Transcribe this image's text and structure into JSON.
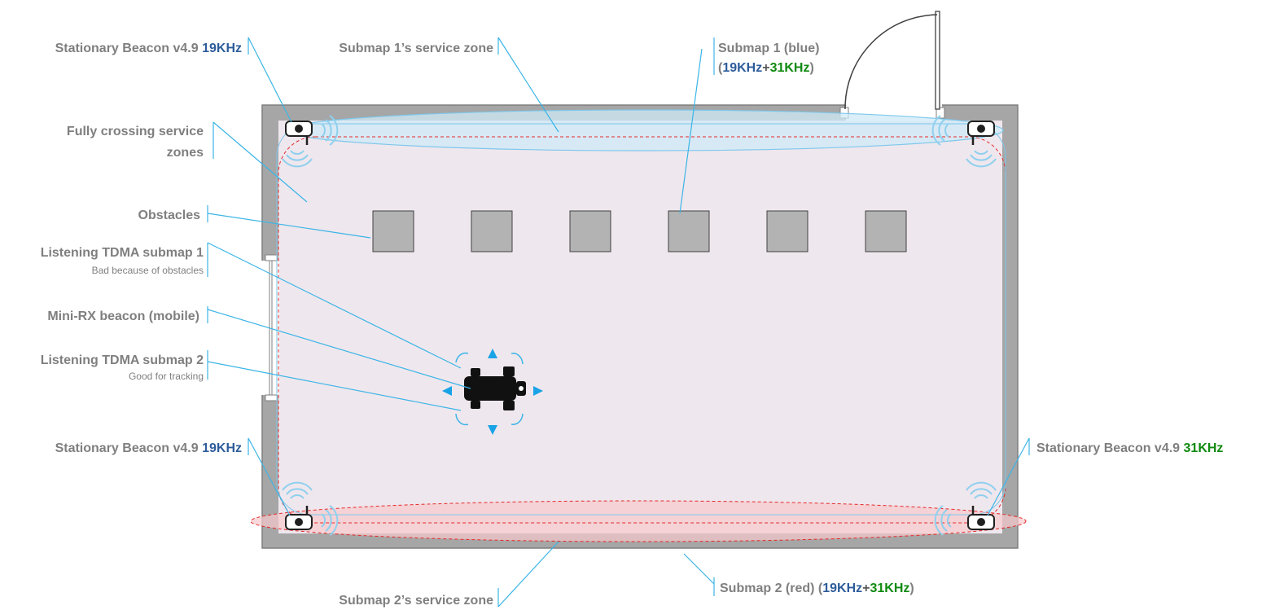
{
  "labels": {
    "beacon_top_left": {
      "prefix": "Stationary Beacon v4.9 ",
      "freq": "19KHz"
    },
    "beacon_bottom_left": {
      "prefix": "Stationary Beacon v4.9 ",
      "freq": "19KHz"
    },
    "beacon_bottom_right": {
      "prefix": "Stationary Beacon v4.9 ",
      "freq": "31KHz"
    },
    "submap1_zone": "Submap 1’s service zone",
    "submap2_zone": "Submap 2’s service zone",
    "submap1": {
      "title": "Submap 1 (blue)",
      "open": "(",
      "f1": "19KHz",
      "plus": "+",
      "f2": "31KHz",
      "close": ")"
    },
    "submap2": {
      "title": "Submap 2 (red) (",
      "f1": "19KHz",
      "plus": "+",
      "f2": "31KHz",
      "close": ")"
    },
    "crossing_line1": "Fully crossing service",
    "crossing_line2": "zones",
    "obstacles": "Obstacles",
    "tdma1": "Listening TDMA submap 1",
    "tdma1_note": "Bad because of obstacles",
    "mobile": "Mini-RX beacon (mobile)",
    "tdma2": "Listening TDMA submap 2",
    "tdma2_note": "Good for tracking"
  },
  "colors": {
    "freq_19": "#2e5c9a",
    "freq_31": "#108a10",
    "label_gray": "#7f7f7f",
    "leader_line": "#3bb5e6",
    "submap1_zone": "#cfe9f7",
    "submap2_zone": "#f6c9cc",
    "room_fill": "#efe7ee",
    "wall": "#a6a6a6",
    "obstacle": "#b3b3b3"
  },
  "icons": {
    "beacon": "stationary-beacon-icon",
    "robot": "mobile-robot-icon",
    "door": "door-icon"
  }
}
